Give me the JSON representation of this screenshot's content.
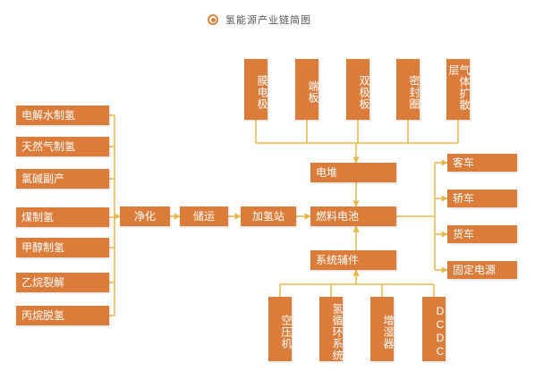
{
  "title": "氢能源产业链简图",
  "colors": {
    "box": "#dc7c3a",
    "line": "#e6b84a",
    "title_dot": "#d9843e"
  },
  "production": [
    "电解水制氢",
    "天然气制氢",
    "氯碱副产",
    "煤制氢",
    "甲醇制氢",
    "乙烷裂解",
    "丙烷脱氢"
  ],
  "chain": {
    "purify": "净化",
    "storage": "储运",
    "station": "加氢站",
    "fuel_cell": "燃料电池"
  },
  "stack_parts": [
    "膜电极",
    "端板",
    "双极板",
    "密封圈",
    "气体扩散层"
  ],
  "stack": "电堆",
  "aux": "系统辅件",
  "aux_parts": [
    "空压机",
    "氢循环系统",
    "增湿器",
    "DCDC"
  ],
  "applications": [
    "客车",
    "轿车",
    "货车",
    "固定电源"
  ]
}
